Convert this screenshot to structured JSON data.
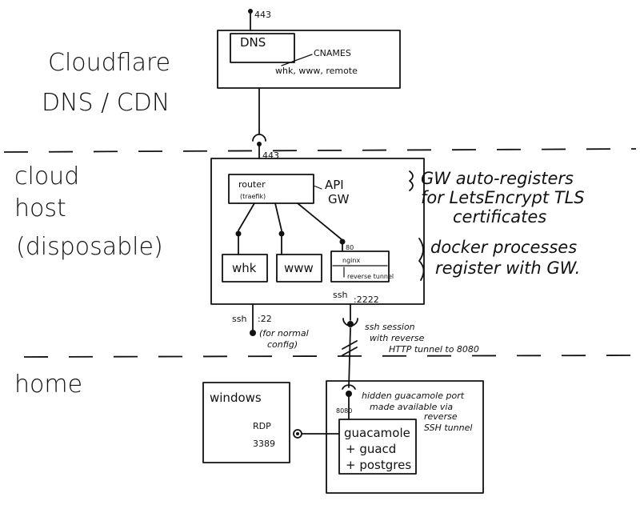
{
  "zones": {
    "cloudflare_line1": "Cloudflare",
    "cloudflare_line2": "DNS / CDN",
    "cloud_line1": "cloud",
    "cloud_line2": "host",
    "cloud_line3": "(disposable)",
    "home": "home"
  },
  "cloudflare": {
    "port": "443",
    "dns": "DNS",
    "cnames_title": "CNAMES",
    "cnames_list": "whk, www, remote"
  },
  "cloud_host": {
    "port_in": "443",
    "router_label": "router",
    "router_sub": "(traefik)",
    "api_gw_line1": "API",
    "api_gw_line2": "GW",
    "services": [
      "whk",
      "www"
    ],
    "nginx_label": "nginx",
    "nginx_port": "80",
    "reverse_tunnel_label": "reverse tunnel",
    "ssh_port_label": "ssh",
    "ssh_port_number": ":2222"
  },
  "notes": {
    "gw_line1": "GW auto-registers",
    "gw_line2": "for LetsEncrypt TLS",
    "gw_line3": "certificates",
    "docker_line1": "docker processes",
    "docker_line2": "register with GW."
  },
  "ssh_normal": {
    "label": "ssh",
    "port": ":22",
    "note_line1": "(for normal",
    "note_line2": "config)"
  },
  "ssh_session_note": {
    "line1": "ssh session",
    "line2": "with reverse",
    "line3": "HTTP tunnel to 8080"
  },
  "home": {
    "windows_title": "windows",
    "rdp": "RDP",
    "rdp_port": "3389",
    "hidden_note_line1": "hidden guacamole port",
    "hidden_note_line2": "made available via",
    "port_8080": "8080",
    "reverse_note_line1": "reverse",
    "reverse_note_line2": "SSH tunnel",
    "guac_line1": "guacamole",
    "guac_line2": "+ guacd",
    "guac_line3": "+ postgres"
  }
}
